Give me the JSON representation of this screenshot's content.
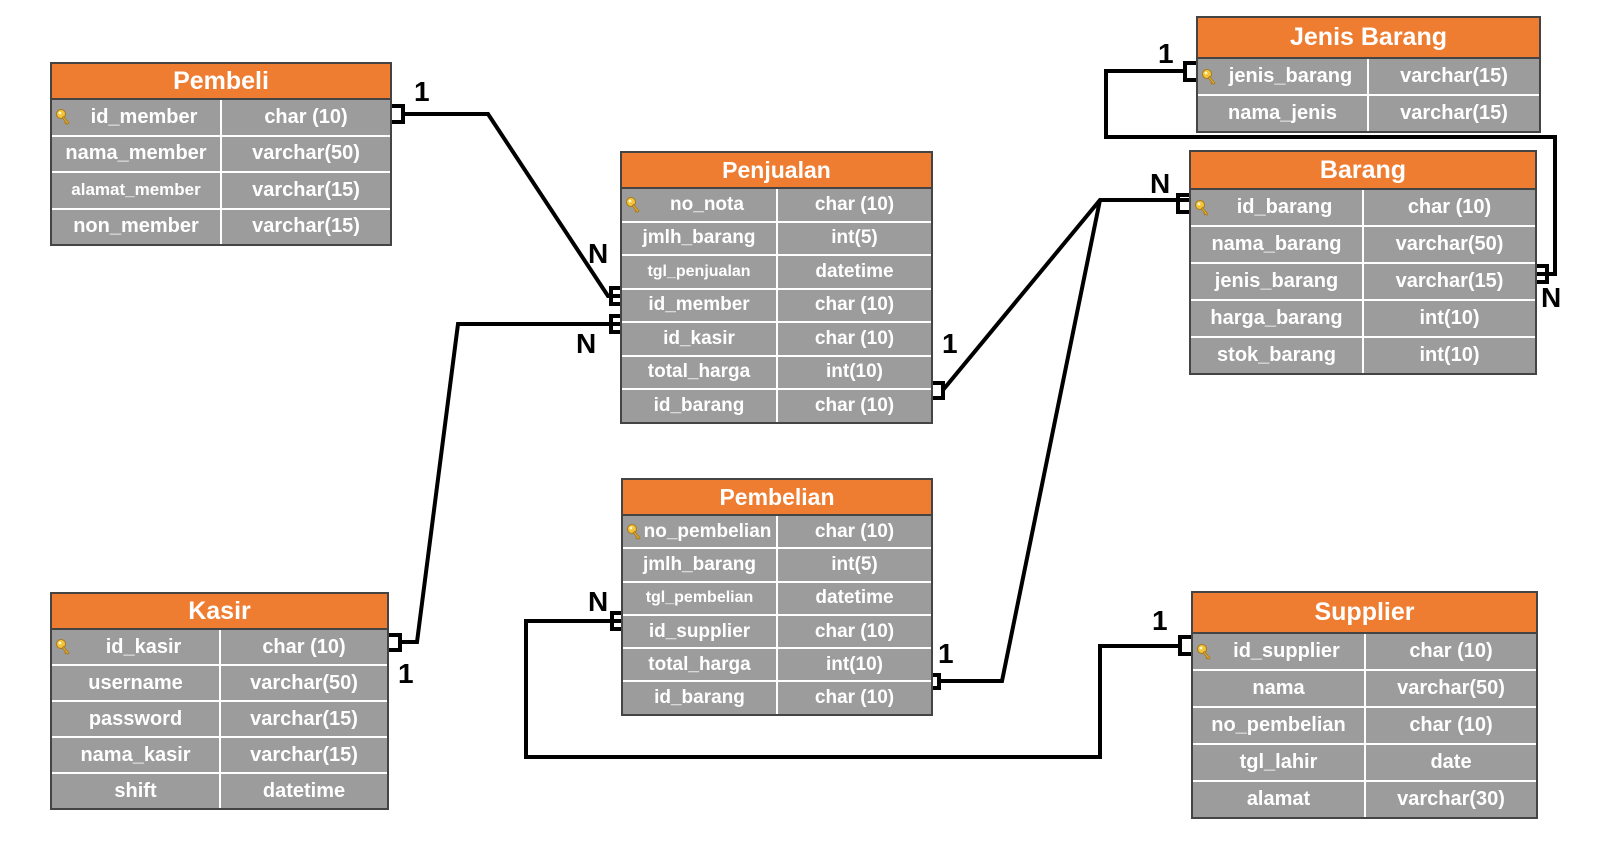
{
  "colors": {
    "header": "#ee7d31",
    "body": "#9c9c9c",
    "text": "#ffffff",
    "line": "#000000"
  },
  "tables": {
    "pembeli": {
      "title": "Pembeli",
      "rows": [
        {
          "name": "id_member",
          "type": "char (10)",
          "key": true
        },
        {
          "name": "nama_member",
          "type": "varchar(50)"
        },
        {
          "name": "alamat_member",
          "type": "varchar(15)"
        },
        {
          "name": "non_member",
          "type": "varchar(15)"
        }
      ]
    },
    "penjualan": {
      "title": "Penjualan",
      "rows": [
        {
          "name": "no_nota",
          "type": "char (10)",
          "key": true
        },
        {
          "name": "jmlh_barang",
          "type": "int(5)"
        },
        {
          "name": "tgl_penjualan",
          "type": "datetime"
        },
        {
          "name": "id_member",
          "type": "char (10)"
        },
        {
          "name": "id_kasir",
          "type": "char (10)"
        },
        {
          "name": "total_harga",
          "type": "int(10)"
        },
        {
          "name": "id_barang",
          "type": "char (10)"
        }
      ]
    },
    "jenis_barang": {
      "title": "Jenis Barang",
      "rows": [
        {
          "name": "jenis_barang",
          "type": "varchar(15)",
          "key": true
        },
        {
          "name": "nama_jenis",
          "type": "varchar(15)"
        }
      ]
    },
    "barang": {
      "title": "Barang",
      "rows": [
        {
          "name": "id_barang",
          "type": "char (10)",
          "key": true
        },
        {
          "name": "nama_barang",
          "type": "varchar(50)"
        },
        {
          "name": "jenis_barang",
          "type": "varchar(15)"
        },
        {
          "name": "harga_barang",
          "type": "int(10)"
        },
        {
          "name": "stok_barang",
          "type": "int(10)"
        }
      ]
    },
    "pembelian": {
      "title": "Pembelian",
      "rows": [
        {
          "name": "no_pembelian",
          "type": "char (10)",
          "key": true
        },
        {
          "name": "jmlh_barang",
          "type": "int(5)"
        },
        {
          "name": "tgl_pembelian",
          "type": "datetime"
        },
        {
          "name": "id_supplier",
          "type": "char (10)"
        },
        {
          "name": "total_harga",
          "type": "int(10)"
        },
        {
          "name": "id_barang",
          "type": "char (10)"
        }
      ]
    },
    "kasir": {
      "title": "Kasir",
      "rows": [
        {
          "name": "id_kasir",
          "type": "char (10)",
          "key": true
        },
        {
          "name": "username",
          "type": "varchar(50)"
        },
        {
          "name": "password",
          "type": "varchar(15)"
        },
        {
          "name": "nama_kasir",
          "type": "varchar(15)"
        },
        {
          "name": "shift",
          "type": "datetime"
        }
      ]
    },
    "supplier": {
      "title": "Supplier",
      "rows": [
        {
          "name": "id_supplier",
          "type": "char (10)",
          "key": true
        },
        {
          "name": "nama",
          "type": "varchar(50)"
        },
        {
          "name": "no_pembelian",
          "type": "char (10)"
        },
        {
          "name": "tgl_lahir",
          "type": "date"
        },
        {
          "name": "alamat",
          "type": "varchar(30)"
        }
      ]
    }
  },
  "relationships": [
    {
      "from": "pembeli.id_member",
      "to": "penjualan.id_member",
      "from_card": "1",
      "to_card": "N"
    },
    {
      "from": "kasir.id_kasir",
      "to": "penjualan.id_kasir",
      "from_card": "1",
      "to_card": "N"
    },
    {
      "from": "penjualan.id_barang",
      "to": "barang.id_barang",
      "from_card": "1",
      "to_card": "N"
    },
    {
      "from": "pembelian.id_barang",
      "to": "barang.id_barang",
      "from_card": "1",
      "to_card": "N"
    },
    {
      "from": "jenis_barang.jenis_barang",
      "to": "barang.jenis_barang",
      "from_card": "1",
      "to_card": "N"
    },
    {
      "from": "supplier.id_supplier",
      "to": "pembelian.id_supplier",
      "from_card": "1",
      "to_card": "N"
    }
  ]
}
